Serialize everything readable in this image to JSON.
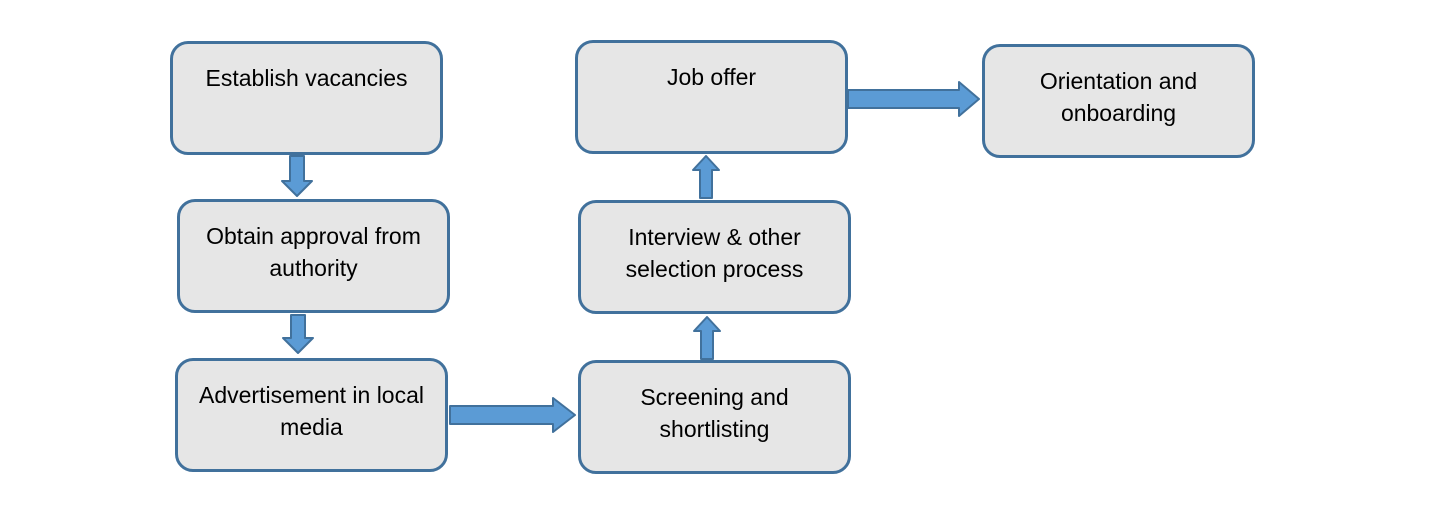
{
  "colors": {
    "box_fill": "#e6e6e6",
    "box_border": "#41719c",
    "arrow_fill": "#5b9bd5",
    "arrow_stroke": "#41719c"
  },
  "steps": {
    "establish": "Establish vacancies",
    "approval": "Obtain approval from authority",
    "advertisement": "Advertisement in local media",
    "screening": "Screening and shortlisting",
    "interview": "Interview & other selection process",
    "job_offer": "Job offer",
    "orientation": "Orientation and onboarding"
  }
}
